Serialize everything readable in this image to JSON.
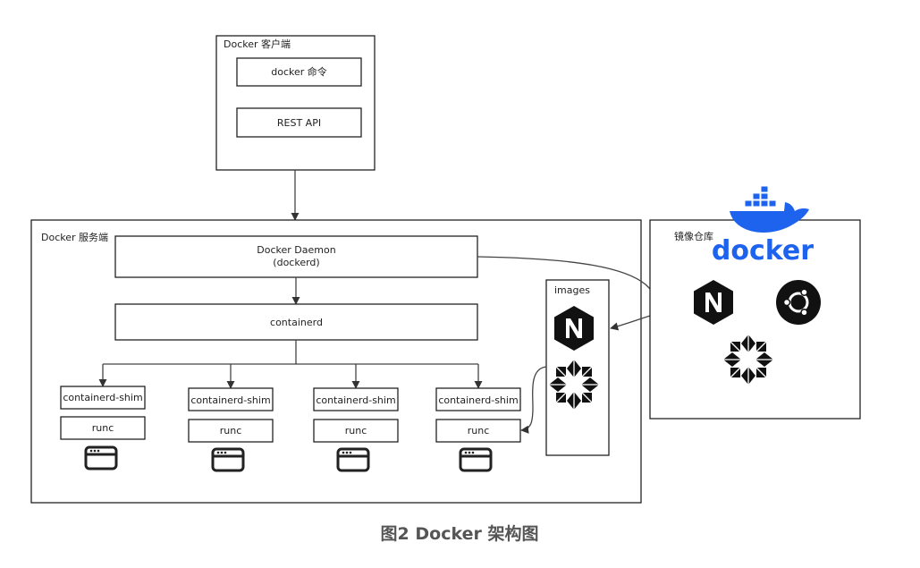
{
  "client": {
    "title": "Docker 客户端",
    "command_label": "docker 命令",
    "api_label": "REST API"
  },
  "server": {
    "title": "Docker 服务端",
    "daemon_label": "Docker Daemon",
    "daemon_sub": "(dockerd)",
    "containerd_label": "containerd",
    "shims": [
      {
        "shim": "containerd-shim",
        "runc": "runc"
      },
      {
        "shim": "containerd-shim",
        "runc": "runc"
      },
      {
        "shim": "containerd-shim",
        "runc": "runc"
      },
      {
        "shim": "containerd-shim",
        "runc": "runc"
      }
    ],
    "images_title": "images"
  },
  "registry": {
    "title": "镜像仓库",
    "brand_text": "docker",
    "brand_color": "#1d63ed",
    "icons": [
      "nginx-icon",
      "ubuntu-icon",
      "centos-icon"
    ]
  },
  "caption": "图2  Docker 架构图"
}
